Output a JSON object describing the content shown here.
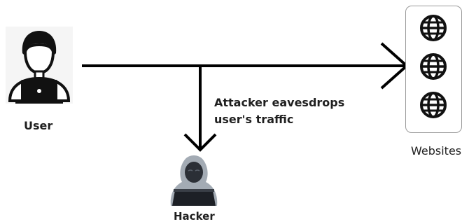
{
  "nodes": {
    "user": {
      "label": "User",
      "icon": "user-laptop-icon"
    },
    "hacker": {
      "label": "Hacker",
      "icon": "hooded-hacker-icon"
    },
    "websites": {
      "label": "Websites",
      "icons": [
        "globe-icon",
        "globe-icon",
        "globe-icon"
      ]
    }
  },
  "annotation": {
    "line1": "Attacker eavesdrops",
    "line2": "user's traffic"
  },
  "edges": [
    {
      "from": "user",
      "to": "websites",
      "style": "solid-arrow"
    },
    {
      "from": "user-websites-line",
      "to": "hacker",
      "style": "solid-arrow-tap"
    }
  ],
  "colors": {
    "line": "#000000",
    "icon_dark": "#111111",
    "hacker_body": "#9aa3ad",
    "panel_border": "#9a9a9a"
  }
}
